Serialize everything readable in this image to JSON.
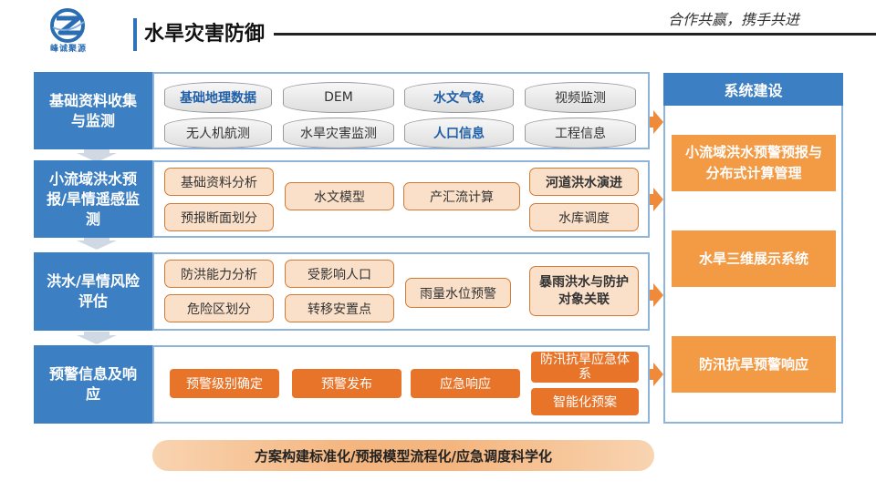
{
  "header": {
    "logo_text": "峰诚聚源",
    "title": "水旱灾害防御",
    "slogan": "合作共赢，携手共进"
  },
  "rows": [
    {
      "category": "基础资料收集与监测"
    },
    {
      "category": "小流域洪水预报/旱情遥感监测"
    },
    {
      "category": "洪水/旱情风险评估"
    },
    {
      "category": "预警信息及响应"
    }
  ],
  "row1_items": [
    "基础地理数据",
    "DEM",
    "水文气象",
    "视频监测",
    "无人机航测",
    "水旱灾害监测",
    "人口信息",
    "工程信息"
  ],
  "row2_items": [
    "基础资料分析",
    "预报断面划分",
    "水文模型",
    "产汇流计算",
    "河道洪水演进",
    "水库调度"
  ],
  "row3_items": [
    "防洪能力分析",
    "受影响人口",
    "危险区划分",
    "转移安置点",
    "雨量水位预警",
    "暴雨洪水与防护对象关联"
  ],
  "row4_items": [
    "预警级别确定",
    "预警发布",
    "应急响应",
    "防汛抗旱应急体系",
    "智能化预案"
  ],
  "system": {
    "header": "系统建设",
    "items": [
      "小流域洪水预警预报与分布式计算管理",
      "水旱三维展示系统",
      "防汛抗旱预警响应"
    ]
  },
  "bottom_banner": "方案构建标准化/预报模型流程化/应急调度科学化",
  "colors": {
    "blue": "#3c7fc2",
    "orange": "#e8742a",
    "light_orange": "#fbe0c9",
    "frame": "#8fb4dc"
  }
}
